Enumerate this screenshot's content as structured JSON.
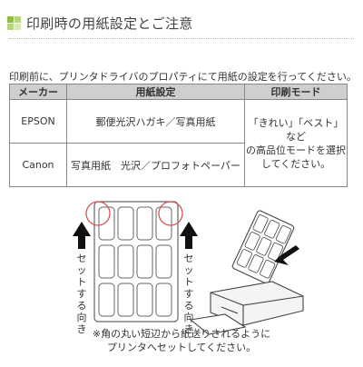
{
  "header": {
    "title": "印刷時の用紙設定とご注意",
    "icon_colors": [
      "#8fbf3f",
      "#b5d67a",
      "#b5d67a",
      "#d7e9b6"
    ]
  },
  "intro": "印刷前に、プリンタドライバのプロパティにて用紙の設定を行ってください。",
  "table": {
    "headers": [
      "メーカー",
      "用紙設定",
      "印刷モード"
    ],
    "rows": [
      {
        "maker": "EPSON",
        "paper": "郵便光沢ハガキ／写真用紙"
      },
      {
        "maker": "Canon",
        "paper": "写真用紙　光沢／プロフォトペーパー"
      }
    ],
    "mode_note_lines": [
      "「きれい」「ベスト」など",
      "の高品位モードを選択",
      "してください。"
    ]
  },
  "figure": {
    "left_arrow_label": [
      "セ",
      "ッ",
      "ト",
      "す",
      "る",
      "向",
      "き"
    ],
    "right_arrow_label": [
      "セ",
      "ッ",
      "ト",
      "す",
      "る",
      "向",
      "き"
    ],
    "circle_color": "#d9534f"
  },
  "caption_lines": [
    "※角の丸い短辺から紙送りされるように",
    "プリンタへセットしてください。"
  ]
}
